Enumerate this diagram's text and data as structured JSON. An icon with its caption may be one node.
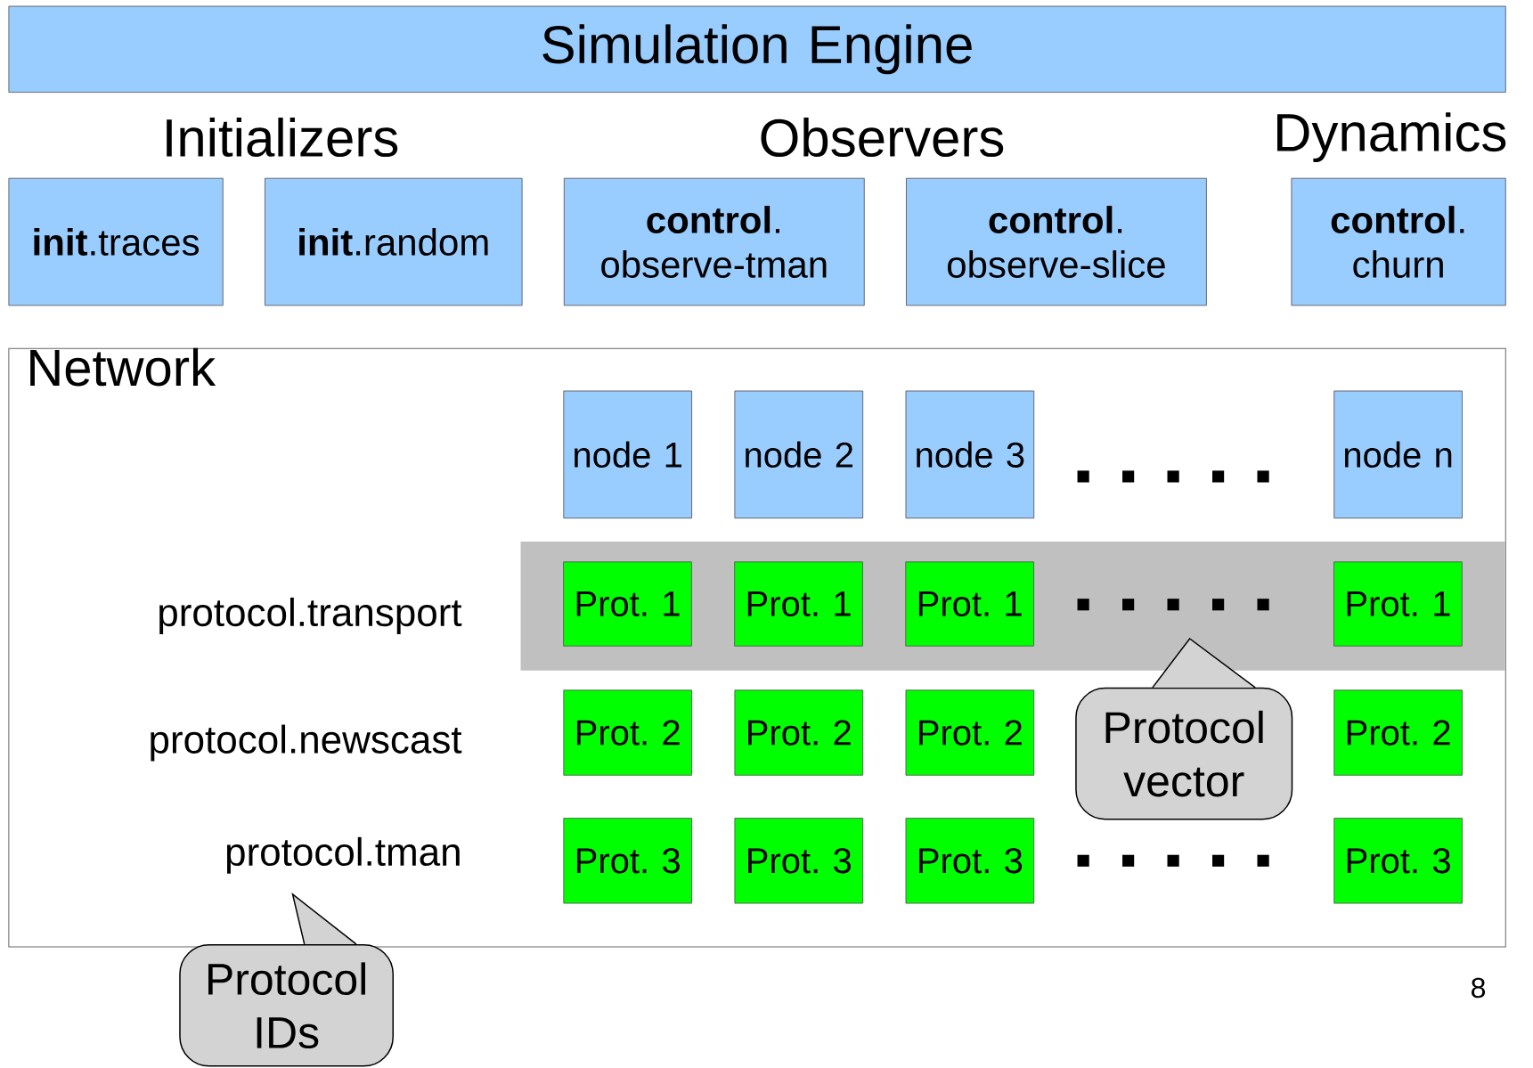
{
  "diagram": {
    "nodes": [
      {
        "text": [
          "Simulation Engine"
        ]
      },
      {
        "text": [
          "**init**.traces"
        ]
      },
      {
        "text": [
          "**init**.random"
        ]
      },
      {
        "text": [
          "**control**. observe-tman"
        ]
      },
      {
        "text": [
          "**control**. observe-slice"
        ]
      },
      {
        "text": [
          "**control**. churn"
        ]
      },
      {
        "text": [
          "Network"
        ]
      },
      {
        "text": [],
        "shape": "bar",
        "in": 6
      },
      {
        "text": [
          "node 1"
        ],
        "in": 6
      },
      {
        "text": [
          "node 2"
        ],
        "in": 6
      },
      {
        "text": [
          "node 3"
        ],
        "in": 6
      },
      {
        "text": [
          "node n"
        ],
        "in": 6
      },
      {
        "text": [
          "Prot. 1"
        ],
        "in": 7
      },
      {
        "text": [
          "Prot. 1"
        ],
        "in": 7
      },
      {
        "text": [
          "Prot. 1"
        ],
        "in": 7
      },
      {
        "text": [
          "Prot. 1"
        ],
        "in": 7
      },
      {
        "text": [
          "Prot. 2"
        ],
        "in": 6
      },
      {
        "text": [
          "Prot. 2"
        ],
        "in": 6
      },
      {
        "text": [
          "Prot. 2"
        ],
        "in": 6
      },
      {
        "text": [
          "Prot. 2"
        ],
        "in": 6
      },
      {
        "text": [
          "Prot. 3"
        ],
        "in": 6
      },
      {
        "text": [
          "Prot. 3"
        ],
        "in": 6
      },
      {
        "text": [
          "Prot. 3"
        ],
        "in": 6
      },
      {
        "text": [
          "Prot. 3"
        ],
        "in": 6
      },
      {
        "text": [
          "protocol.transport"
        ],
        "in": 6
      },
      {
        "text": [
          "protocol.newscast"
        ],
        "in": 6
      },
      {
        "text": [
          "protocol.tman"
        ],
        "in": 6
      },
      {
        "text": [
          "Protocol vector"
        ],
        "in": 6
      },
      {
        "text": [
          "Protocol IDs"
        ]
      }
    ],
    "labels": [
      "Initializers",
      "Observers",
      "Dynamics",
      "8"
    ]
  }
}
